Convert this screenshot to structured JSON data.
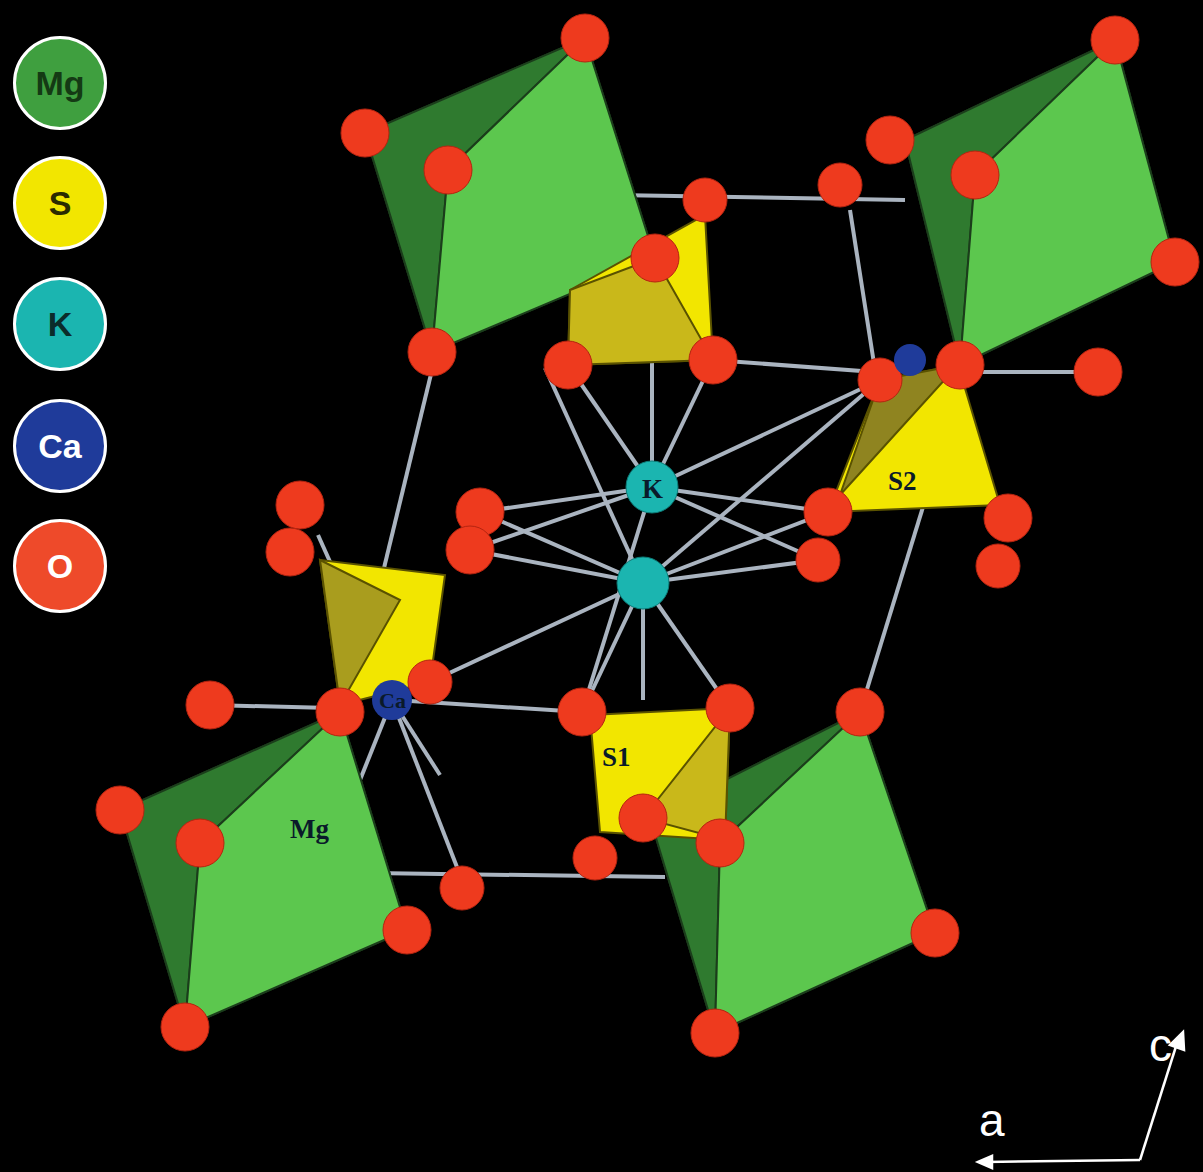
{
  "diagram": {
    "labels": [
      "K",
      "S2",
      "Ca",
      "S1",
      "Mg",
      "c",
      "a"
    ],
    "legend": [
      {
        "text": "Mg",
        "color": "#3f9f3f"
      },
      {
        "text": "S",
        "color": "#f2e600"
      },
      {
        "text": "K",
        "color": "#1bb5b0"
      },
      {
        "text": "Ca",
        "color": "#1f3b9a"
      },
      {
        "text": "O",
        "color": "#ee4a2a"
      }
    ]
  }
}
